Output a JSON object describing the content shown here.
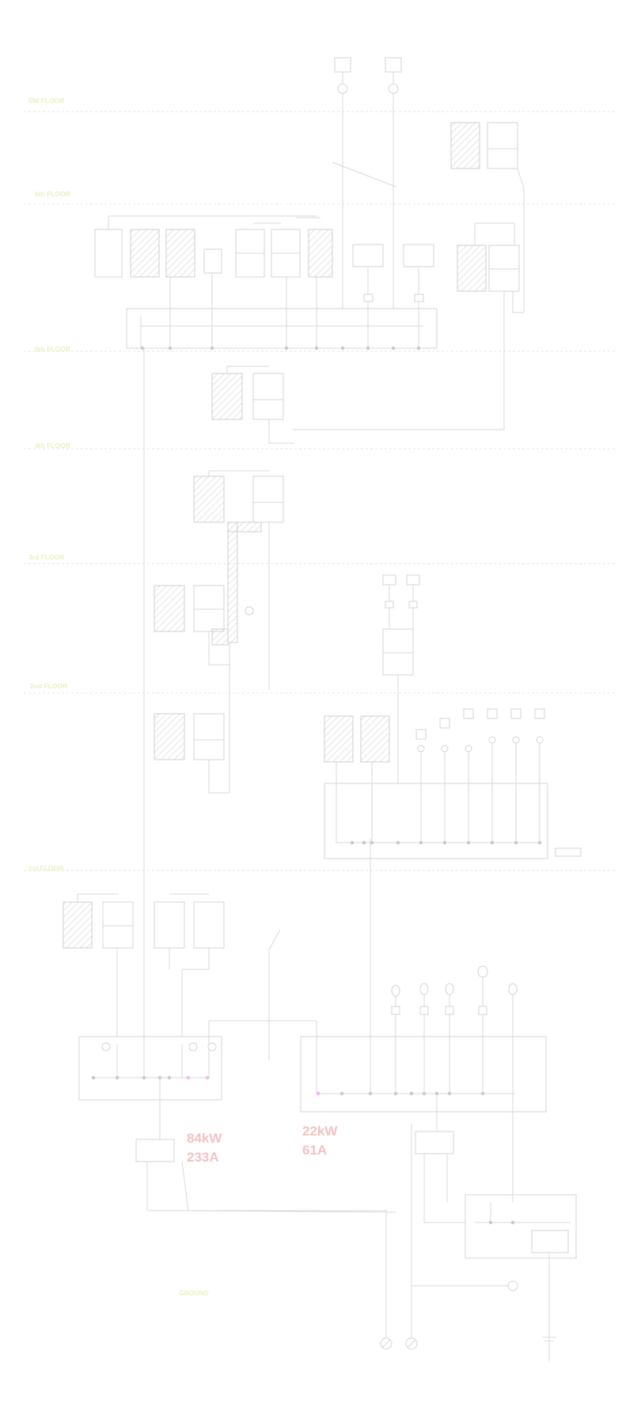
{
  "floors": {
    "rooftop": "RM FLOOR",
    "f6": "6th FLOOR",
    "f5": "5th FLOOR",
    "f4": "4th FLOOR",
    "f3": "3rd FLOOR",
    "f2": "2nd FLOOR",
    "f1": "1st FLOOR",
    "ground": "GROUND"
  },
  "loads": {
    "load_a": {
      "kw": "84kW",
      "amps": "233A"
    },
    "load_b": {
      "kw": "22kW",
      "amps": "61A"
    }
  }
}
